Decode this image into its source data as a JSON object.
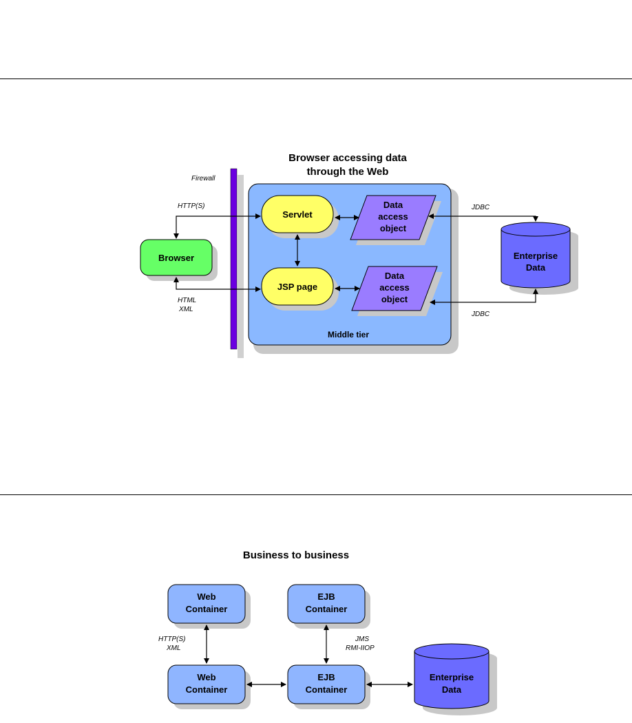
{
  "diagram1": {
    "title_line1": "Browser accessing data",
    "title_line2": "through the Web",
    "firewall_label": "Firewall",
    "browser_label": "Browser",
    "servlet_label": "Servlet",
    "jsp_label": "JSP page",
    "dao1": [
      "Data",
      "access",
      "object"
    ],
    "dao2": [
      "Data",
      "access",
      "object"
    ],
    "enterprise_data": [
      "Enterprise",
      "Data"
    ],
    "http_label": "HTTP(S)",
    "html_xml_label": [
      "HTML",
      "XML"
    ],
    "jdbc_top": "JDBC",
    "jdbc_bottom": "JDBC",
    "middle_tier_label": "Middle tier"
  },
  "diagram2": {
    "title": "Business to business",
    "web_container_top": [
      "Web",
      "Container"
    ],
    "ejb_container_top": [
      "EJB",
      "Container"
    ],
    "web_container_bottom": [
      "Web",
      "Container"
    ],
    "ejb_container_bottom": [
      "EJB",
      "Container"
    ],
    "enterprise_data": [
      "Enterprise",
      "Data"
    ],
    "http_xml_label": [
      "HTTP(S)",
      "XML"
    ],
    "jms_rmi_label": [
      "JMS",
      "RMI-IIOP"
    ]
  },
  "colors": {
    "browser": "#66ff66",
    "servlet": "#ffff66",
    "middle_tier": "#8ab8ff",
    "dao": "#9a7cff",
    "firewall": "#6a00e0",
    "db": "#6b6bff",
    "container": "#8fb5ff",
    "shadow": "#c8c8c8"
  }
}
